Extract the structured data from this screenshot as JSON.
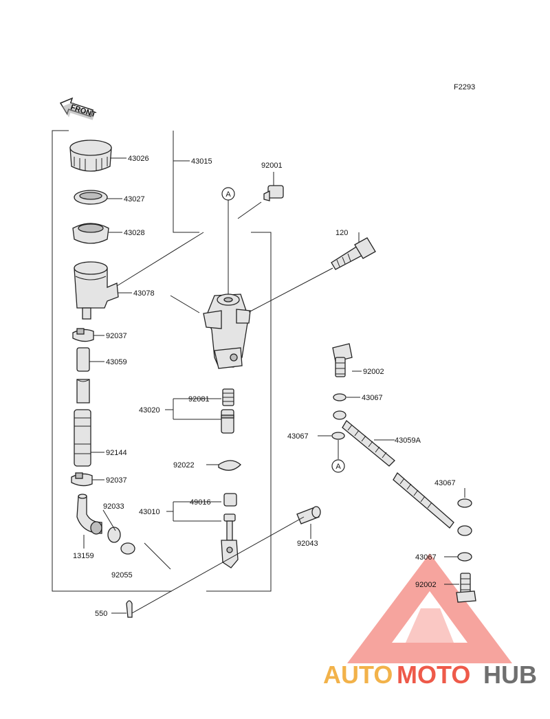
{
  "diagram": {
    "figure_code": "F2293",
    "front_arrow_label": "FRONT",
    "part_labels": [
      {
        "id": "43026",
        "text": "43026"
      },
      {
        "id": "43015",
        "text": "43015"
      },
      {
        "id": "92001",
        "text": "92001"
      },
      {
        "id": "43027",
        "text": "43027"
      },
      {
        "id": "43028",
        "text": "43028"
      },
      {
        "id": "120",
        "text": "120"
      },
      {
        "id": "43078",
        "text": "43078"
      },
      {
        "id": "92037a",
        "text": "92037"
      },
      {
        "id": "43059",
        "text": "43059"
      },
      {
        "id": "43020",
        "text": "43020"
      },
      {
        "id": "92081",
        "text": "92081"
      },
      {
        "id": "92002a",
        "text": "92002"
      },
      {
        "id": "43067a",
        "text": "43067"
      },
      {
        "id": "43067b",
        "text": "43067"
      },
      {
        "id": "43059A",
        "text": "43059A"
      },
      {
        "id": "92144",
        "text": "92144"
      },
      {
        "id": "92022",
        "text": "92022"
      },
      {
        "id": "92037b",
        "text": "92037"
      },
      {
        "id": "43067c",
        "text": "43067"
      },
      {
        "id": "92033",
        "text": "92033"
      },
      {
        "id": "49016",
        "text": "49016"
      },
      {
        "id": "43010",
        "text": "43010"
      },
      {
        "id": "92043",
        "text": "92043"
      },
      {
        "id": "13159",
        "text": "13159"
      },
      {
        "id": "43067d",
        "text": "43067"
      },
      {
        "id": "92055",
        "text": "92055"
      },
      {
        "id": "92002b",
        "text": "92002"
      },
      {
        "id": "550",
        "text": "550"
      }
    ],
    "reference_markers": [
      {
        "id": "A-top",
        "text": "A"
      },
      {
        "id": "A-bottom",
        "text": "A"
      }
    ]
  },
  "watermark": {
    "brand_parts": [
      "AUTO",
      "MOTO",
      "HUB"
    ],
    "colors": {
      "auto": "#f2b24a",
      "moto": "#ee5a4a",
      "hub": "#6f6f6f",
      "logo": "#f05a4f"
    }
  }
}
